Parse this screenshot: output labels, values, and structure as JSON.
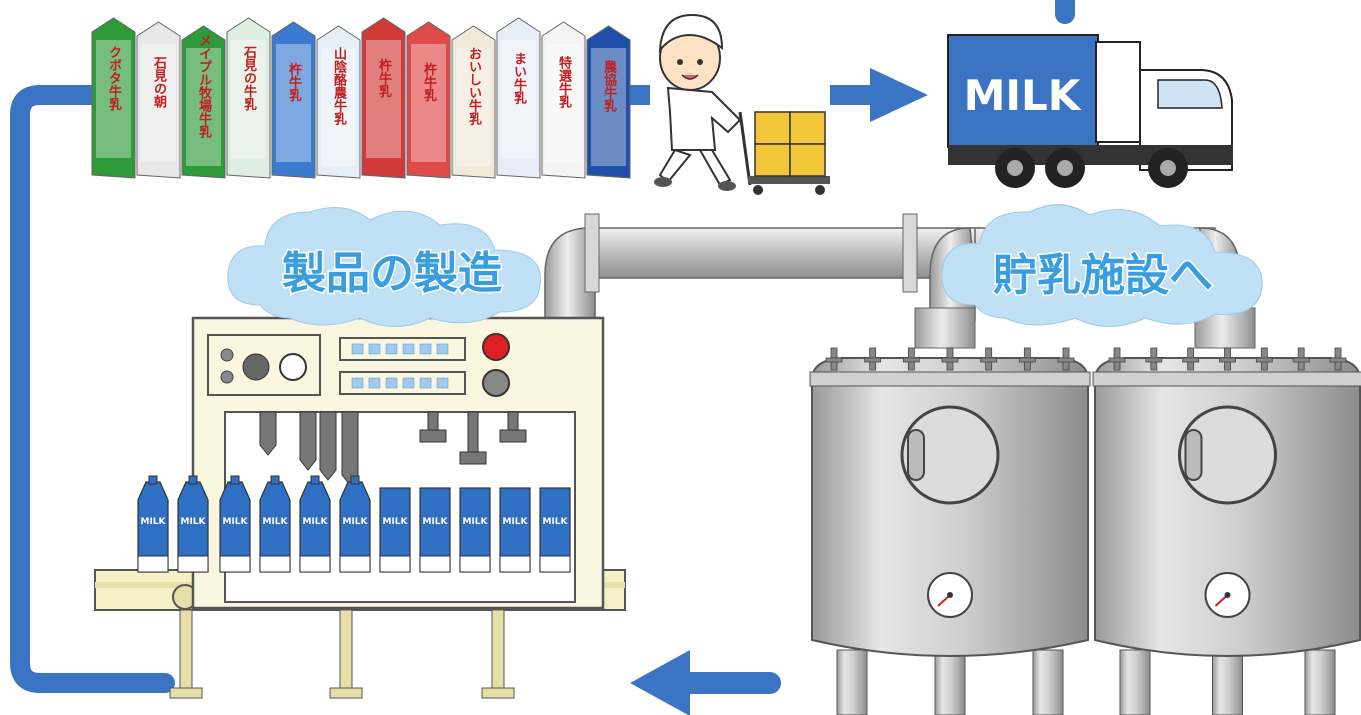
{
  "labels": {
    "manufacturing": "製品の製造",
    "to_storage": "貯乳施設へ",
    "truck_text": "MILK",
    "bottle_text": "MILK"
  },
  "cartons": [
    {
      "name": "kubota",
      "color": "#2f9a3a",
      "title": "クボタ牛乳"
    },
    {
      "name": "iwami-asa",
      "color": "#e8e8e8",
      "title": "石見の朝"
    },
    {
      "name": "maple",
      "color": "#2f9a3a",
      "title": "メイプル牧場牛乳"
    },
    {
      "name": "iwami-milk",
      "color": "#dfeee0",
      "title": "石見の牛乳"
    },
    {
      "name": "kine-milk",
      "color": "#3a7bd0",
      "title": "杵牛乳"
    },
    {
      "name": "sanin",
      "color": "#e6eef8",
      "title": "山陰酪農牛乳"
    },
    {
      "name": "kine-red",
      "color": "#d23a3a",
      "title": "杵牛乳"
    },
    {
      "name": "kine-red2",
      "color": "#e14a4a",
      "title": "杵牛乳"
    },
    {
      "name": "oishii",
      "color": "#f0e8d8",
      "title": "おいしい牛乳"
    },
    {
      "name": "umai",
      "color": "#e8eef8",
      "title": "まい牛乳"
    },
    {
      "name": "tokusen",
      "color": "#f4f4f4",
      "title": "特選牛乳"
    },
    {
      "name": "nokyo",
      "color": "#1f4fa8",
      "title": "農協牛乳"
    }
  ],
  "colors": {
    "arrow": "#3a74c2",
    "truck": "#3a74c2",
    "cloud": "#bfe0f5",
    "cloud_text": "#3a9de0",
    "machine": "#faf6e0",
    "tank": "#c8c8c8"
  }
}
